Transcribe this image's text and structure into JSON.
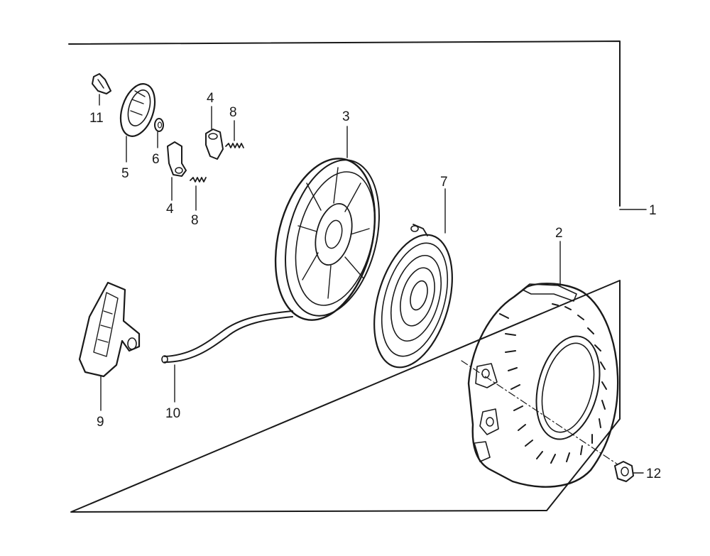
{
  "callouts": {
    "c1": "1",
    "c2": "2",
    "c3": "3",
    "c4a": "4",
    "c4b": "4",
    "c5": "5",
    "c6": "6",
    "c7": "7",
    "c8a": "8",
    "c8b": "8",
    "c9": "9",
    "c10": "10",
    "c11": "11",
    "c12": "12"
  },
  "parts": [
    {
      "callout": "1",
      "icon": "recoil-starter-assembly-icon"
    },
    {
      "callout": "2",
      "icon": "starter-case-icon"
    },
    {
      "callout": "3",
      "icon": "reel-pulley-icon"
    },
    {
      "callout": "4",
      "icon": "ratchet-pawl-icon"
    },
    {
      "callout": "5",
      "icon": "ratchet-guide-icon"
    },
    {
      "callout": "6",
      "icon": "friction-spring-icon"
    },
    {
      "callout": "7",
      "icon": "recoil-spring-icon"
    },
    {
      "callout": "8",
      "icon": "return-spring-icon"
    },
    {
      "callout": "9",
      "icon": "starter-grip-icon"
    },
    {
      "callout": "10",
      "icon": "starter-rope-icon"
    },
    {
      "callout": "11",
      "icon": "setting-screw-icon"
    },
    {
      "callout": "12",
      "icon": "flange-bolt-icon"
    }
  ]
}
